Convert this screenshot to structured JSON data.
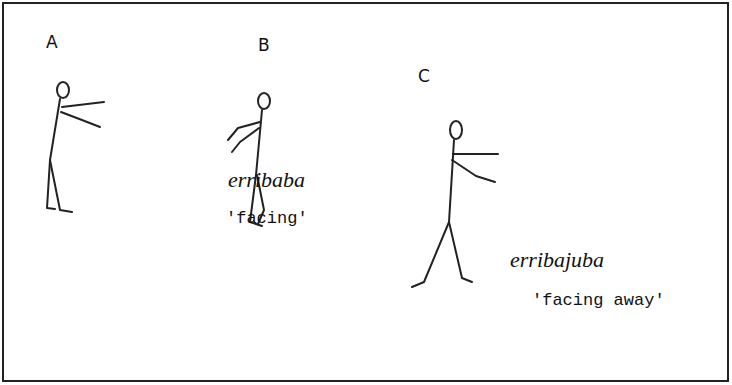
{
  "diagram": {
    "labels": [
      "A",
      "B",
      "C",
      "erribaba",
      "'facing'",
      "erribajuba",
      "'facing away'"
    ]
  }
}
